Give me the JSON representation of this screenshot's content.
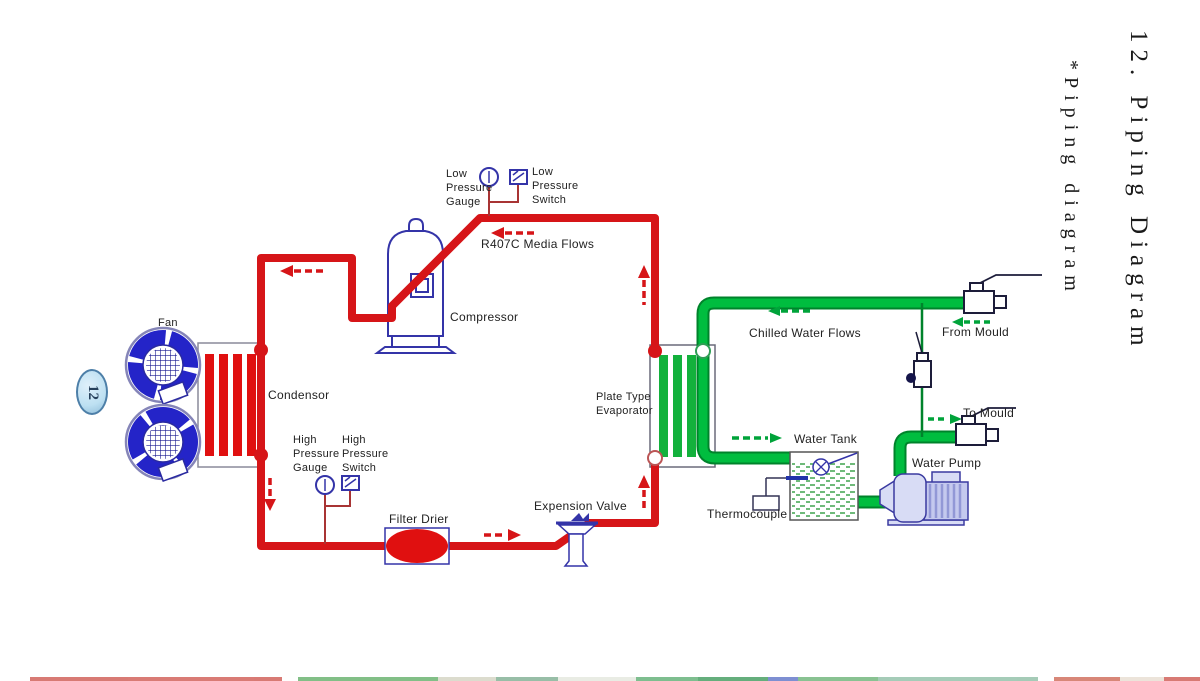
{
  "page": {
    "badge": "12"
  },
  "titles": {
    "main": "12. Piping Diagram",
    "sub": "*Piping diagram"
  },
  "labels": {
    "fan": "Fan",
    "condensor": "Condensor",
    "compressor": "Compressor",
    "low_pressure_gauge": "Low Pressure Gauge",
    "low_pressure_switch": "Low Pressure Switch",
    "refrigerant_flow": "R407C Media Flows",
    "high_pressure_gauge": "High Pressure Gauge",
    "high_pressure_switch": "High Pressure Switch",
    "filter_drier": "Filter Drier",
    "expansion_valve": "Expension Valve",
    "evaporator": "Plate Type Evaporator",
    "chilled_water_flow": "Chilled Water Flows",
    "from_mould": "From Mould",
    "to_mould": "To Mould",
    "water_tank": "Water Tank",
    "water_pump": "Water Pump",
    "thermocouple": "Thermocouple"
  },
  "colors": {
    "refrigerant_pipe": "#D61518",
    "water_pipe": "#00BD3F",
    "water_pipe_edge": "#00832B",
    "equipment_outline": "#3434A8",
    "fan_blade": "#2424C8",
    "pump_fill": "#D8DCF5",
    "badge_fill": "#BDE0F2",
    "label_text": "#222222"
  }
}
